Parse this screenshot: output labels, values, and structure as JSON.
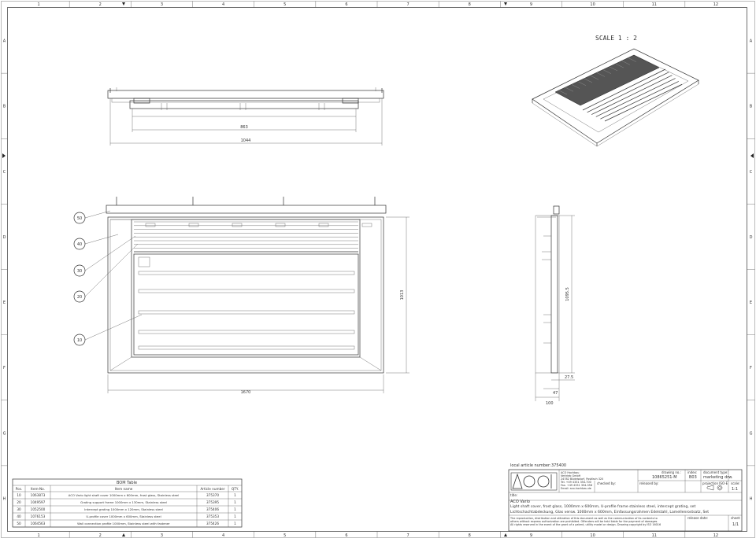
{
  "border": {
    "columns": [
      "1",
      "2",
      "3",
      "4",
      "5",
      "6",
      "7",
      "8",
      "9",
      "10",
      "11",
      "12"
    ],
    "rows": [
      "A",
      "B",
      "C",
      "D",
      "E",
      "F",
      "G",
      "H"
    ]
  },
  "scale_label": "SCALE 1 : 2",
  "dimensions": {
    "top_inner": "863",
    "top_outer": "1044",
    "front_width": "1670",
    "front_height": "1013",
    "side_height": "1095.5",
    "side_d1": "27.5",
    "side_d2": "47",
    "side_d3": "100"
  },
  "balloons": [
    "50",
    "40",
    "30",
    "20",
    "10"
  ],
  "bom": {
    "title": "BOM Table",
    "headers": [
      "Pos.",
      "Item-No.",
      "Item name",
      "Article number",
      "QTY."
    ],
    "rows": [
      [
        "10",
        "1063873",
        "ACO Vario light shaft cover 1000mm x 600mm, frost glass, Stainless steel",
        "375370",
        "1"
      ],
      [
        "20",
        "1049597",
        "Grating support frame 1000mm x 130mm, Stainless steel",
        "375395",
        "1"
      ],
      [
        "30",
        "1052500",
        "Intercept grating 1000mm x 120mm, Stainless steel",
        "375406",
        "1"
      ],
      [
        "40",
        "1076153",
        "U-profile cover 1000mm x 600mm, Stainless steel",
        "375353",
        "1"
      ],
      [
        "50",
        "1064563",
        "Wall connection profile 1000mm, Stainless steel with fastener",
        "375426",
        "1"
      ]
    ]
  },
  "title_block": {
    "local_article": "local article number:",
    "local_article_value": "375400",
    "company_lines": [
      "ACO Hochbau",
      "Vertrieb GmbH",
      "24782 Büdelsdorf, Postfach 320",
      "Tel. +49 4331 354-700",
      "Fax. +49 4331 354-358",
      "Email: aco-hochbau.de"
    ],
    "checked_label": "checked by:",
    "released_label": "released by:",
    "drawing_no_label": "drawing no.:",
    "drawing_no": "10865251-M",
    "index_label": "index:",
    "index": "B03",
    "doc_type_label": "document type:",
    "doc_type": "marketing drw.",
    "projection_label": "projection ISO-E",
    "scale_label": "scale:",
    "scale": "1:1",
    "title_label": "title:",
    "title": "ACO Vario",
    "desc_en": "Light shaft cover, frost glass, 1000mm x 600mm, U-profile frame stainless steel, intercept grating, set",
    "desc_de": "Lichtschachtabdeckung, Glas versw. 1000mm x 600mm, Einfassungsrahmen Edelstahl, Lamellenrostsatz, Set",
    "legal_1": "The reproduction, distribution and utilization of this document as well as the communication of its contents to",
    "legal_2": "others without express authorization are prohibited. Offenders will be held liable for the payment of damages.",
    "legal_3": "All rights reserved in the event of the grant of a patent, utility model or design. Drawing copyright by ISO 16016",
    "release_date_label": "release date:",
    "sheet_label": "sheet:",
    "sheet": "1/1"
  }
}
